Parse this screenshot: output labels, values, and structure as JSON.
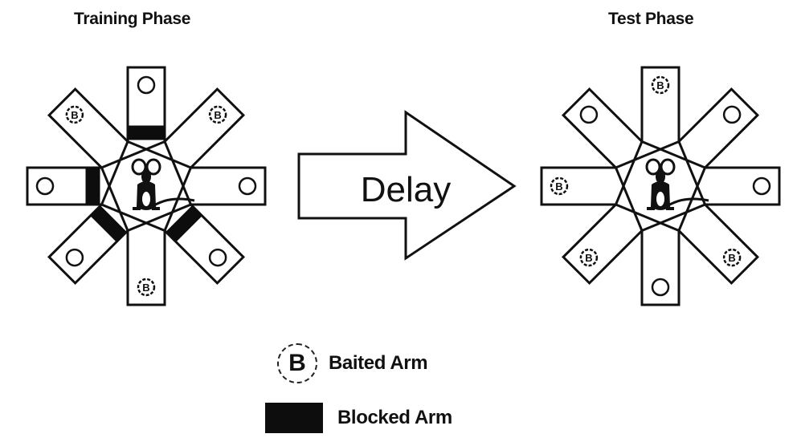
{
  "training": {
    "title": "Training Phase",
    "arms": [
      {
        "angle": 0,
        "state": "open",
        "marker": "O"
      },
      {
        "angle": 45,
        "state": "open",
        "marker": "B"
      },
      {
        "angle": 90,
        "state": "blocked",
        "marker": "O"
      },
      {
        "angle": 135,
        "state": "open",
        "marker": "B"
      },
      {
        "angle": 180,
        "state": "blocked",
        "marker": "O"
      },
      {
        "angle": 225,
        "state": "blocked",
        "marker": "O"
      },
      {
        "angle": 270,
        "state": "open",
        "marker": "B"
      },
      {
        "angle": 315,
        "state": "blocked",
        "marker": "O"
      }
    ]
  },
  "delay": {
    "label": "Delay"
  },
  "test": {
    "title": "Test Phase",
    "arms": [
      {
        "angle": 0,
        "state": "open",
        "marker": "O"
      },
      {
        "angle": 45,
        "state": "open",
        "marker": "O"
      },
      {
        "angle": 90,
        "state": "open",
        "marker": "B"
      },
      {
        "angle": 135,
        "state": "open",
        "marker": "O"
      },
      {
        "angle": 180,
        "state": "open",
        "marker": "B"
      },
      {
        "angle": 225,
        "state": "open",
        "marker": "B"
      },
      {
        "angle": 270,
        "state": "open",
        "marker": "O"
      },
      {
        "angle": 315,
        "state": "open",
        "marker": "B"
      }
    ]
  },
  "legend": {
    "baited_symbol": "B",
    "baited_label": "Baited Arm",
    "blocked_label": "Blocked Arm"
  }
}
